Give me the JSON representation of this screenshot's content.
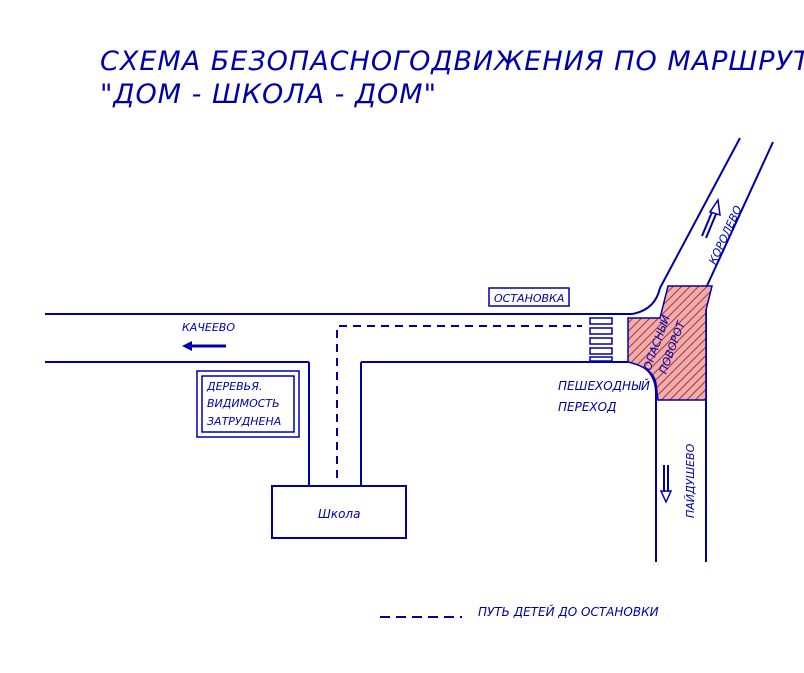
{
  "title": {
    "line1": "СХЕМА БЕЗОПАСНОГОДВИЖЕНИЯ ПО МАРШРУТУ",
    "line2": "\"ДОМ - ШКОЛА - ДОМ\""
  },
  "labels": {
    "stop": "ОСТАНОВКА",
    "kacheevo": "КАЧЕЕВО",
    "korolevo": "КОРОЛЕВО",
    "paidushevo": "ПАЙДУШЕВО",
    "crosswalk_line1": "ПЕШЕХОДНЫЙ",
    "crosswalk_line2": "ПЕРЕХОД",
    "danger_line1": "ОПАСНЫЙ",
    "danger_line2": "ПОВОРОТ",
    "trees_line1": "ДЕРЕВЬЯ.",
    "trees_line2": "ВИДИМОСТЬ",
    "trees_line3": "ЗАТРУДНЕНА",
    "school": "Школа"
  },
  "legend": {
    "path_label": "ПУТЬ ДЕТЕЙ ДО ОСТАНОВКИ"
  },
  "colors": {
    "ink": "#0000aa",
    "danger_hatch": "#cc2222",
    "danger_fill": "#e8b0b0"
  }
}
